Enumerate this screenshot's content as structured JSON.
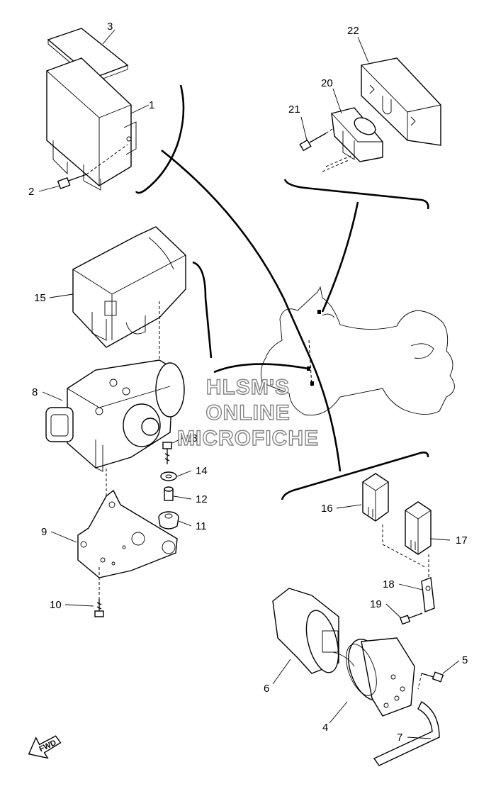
{
  "parts": [
    {
      "num": "1",
      "name": "ecu-unit"
    },
    {
      "num": "2",
      "name": "ecu-screw"
    },
    {
      "num": "3",
      "name": "ecu-pad"
    },
    {
      "num": "4",
      "name": "sensor-body"
    },
    {
      "num": "5",
      "name": "sensor-screw"
    },
    {
      "num": "6",
      "name": "sensor-cover"
    },
    {
      "num": "7",
      "name": "hose"
    },
    {
      "num": "8",
      "name": "modulator-unit"
    },
    {
      "num": "9",
      "name": "bracket"
    },
    {
      "num": "10",
      "name": "bracket-bolt"
    },
    {
      "num": "11",
      "name": "grommet"
    },
    {
      "num": "12",
      "name": "collar"
    },
    {
      "num": "13",
      "name": "mount-bolt"
    },
    {
      "num": "14",
      "name": "washer"
    },
    {
      "num": "15",
      "name": "modulator-cover"
    },
    {
      "num": "16",
      "name": "relay-a"
    },
    {
      "num": "17",
      "name": "relay-b"
    },
    {
      "num": "18",
      "name": "relay-bracket"
    },
    {
      "num": "19",
      "name": "relay-screw"
    },
    {
      "num": "20",
      "name": "switch-unit"
    },
    {
      "num": "21",
      "name": "switch-screw"
    },
    {
      "num": "22",
      "name": "switch-cover"
    }
  ],
  "watermark": {
    "line1": "HLSM'S",
    "line2": "ONLINE",
    "line3": "MICROFICHE"
  },
  "fwd_label": "FWD"
}
